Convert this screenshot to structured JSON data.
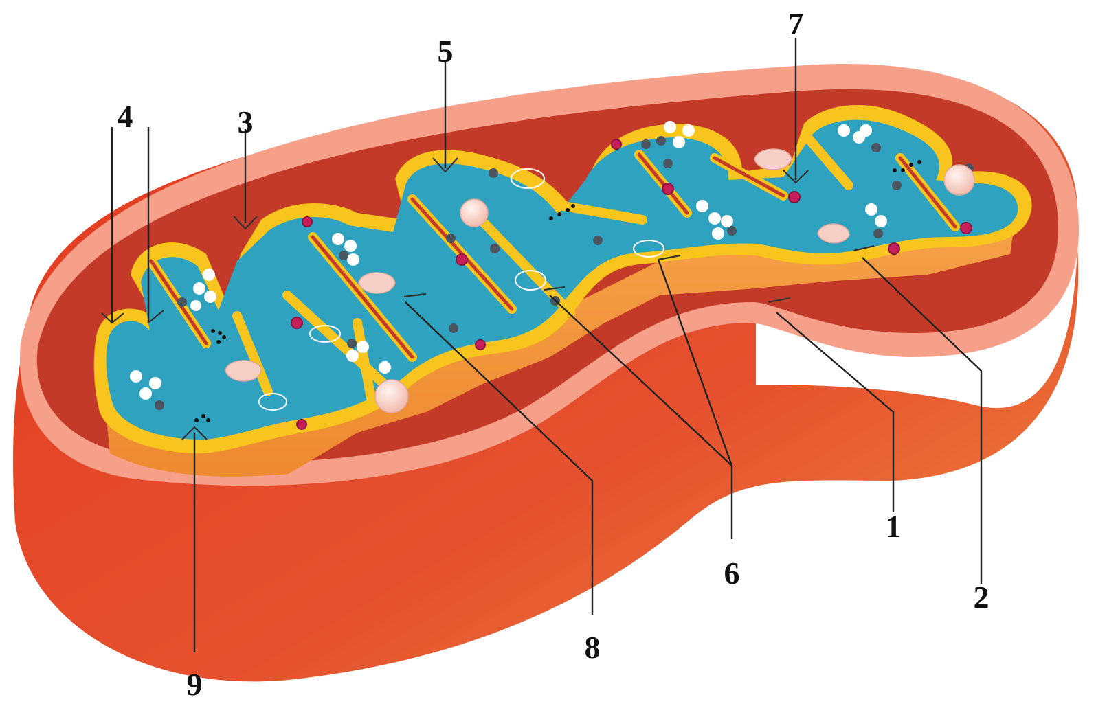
{
  "diagram": {
    "subject": "mitochondrion",
    "colors": {
      "outer_membrane": "#e8472a",
      "outer_rim": "#f6a08a",
      "intermembrane_space": "#c8402b",
      "inner_membrane_band": "#f6c21a",
      "cristae_wall": "#f29a3a",
      "matrix": "#2fa2c0",
      "ribosome": "#c81e5a",
      "granule_white": "#ffffff",
      "granule_dark": "#4a5560",
      "vesicle": "#f6cfc6"
    },
    "labels": [
      {
        "id": "1",
        "text": "1"
      },
      {
        "id": "2",
        "text": "2"
      },
      {
        "id": "3",
        "text": "3"
      },
      {
        "id": "4",
        "text": "4"
      },
      {
        "id": "5",
        "text": "5"
      },
      {
        "id": "6",
        "text": "6"
      },
      {
        "id": "7",
        "text": "7"
      },
      {
        "id": "8",
        "text": "8"
      },
      {
        "id": "9",
        "text": "9"
      }
    ]
  }
}
